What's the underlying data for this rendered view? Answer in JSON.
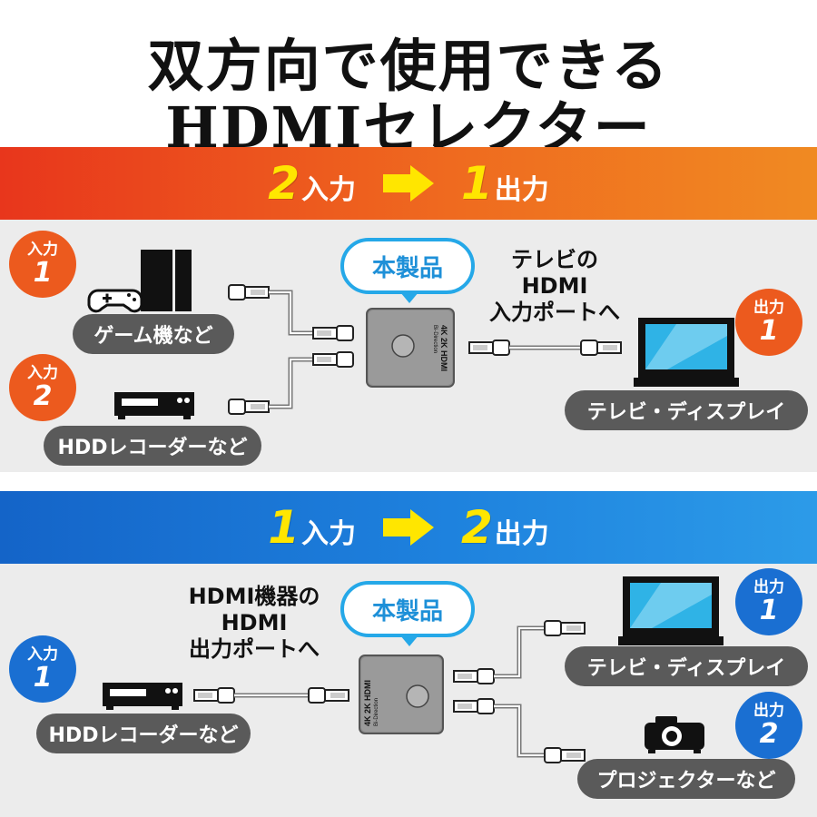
{
  "title": {
    "line1": "双方向で使用できる",
    "line2": "HDMIセレクター"
  },
  "top_section": {
    "banner": {
      "left_num": "2",
      "left_word": "入力",
      "right_num": "1",
      "right_word": "出力"
    },
    "product_label": "本製品",
    "note": [
      "テレビの",
      "HDMI",
      "入力ポートへ"
    ],
    "inputs": [
      {
        "label": "入力",
        "num": "1",
        "device": "ゲーム機など"
      },
      {
        "label": "入力",
        "num": "2",
        "device": "HDDレコーダーなど"
      }
    ],
    "outputs": [
      {
        "label": "出力",
        "num": "1",
        "device": "テレビ・ディスプレイ"
      }
    ]
  },
  "bottom_section": {
    "banner": {
      "left_num": "1",
      "left_word": "入力",
      "right_num": "2",
      "right_word": "出力"
    },
    "product_label": "本製品",
    "note": [
      "HDMI機器の",
      "HDMI",
      "出力ポートへ"
    ],
    "inputs": [
      {
        "label": "入力",
        "num": "1",
        "device": "HDDレコーダーなど"
      }
    ],
    "outputs": [
      {
        "label": "出力",
        "num": "1",
        "device": "テレビ・ディスプレイ"
      },
      {
        "label": "出力",
        "num": "2",
        "device": "プロジェクターなど"
      }
    ]
  },
  "device_print": {
    "model": "4K 2K HDMI",
    "sub": "Bi-Direction"
  },
  "colors": {
    "orange": "#ec5a1e",
    "blue": "#1a6fd2",
    "pill": "#5a5a5a",
    "bubble_border": "#25a8e8",
    "arrow": "#ffe600"
  },
  "icons": [
    "gamepad-icon",
    "game-console-icon",
    "recorder-icon",
    "tv-icon",
    "projector-icon",
    "hdmi-selector-icon",
    "hdmi-plug-icon",
    "arrow-right-icon"
  ]
}
